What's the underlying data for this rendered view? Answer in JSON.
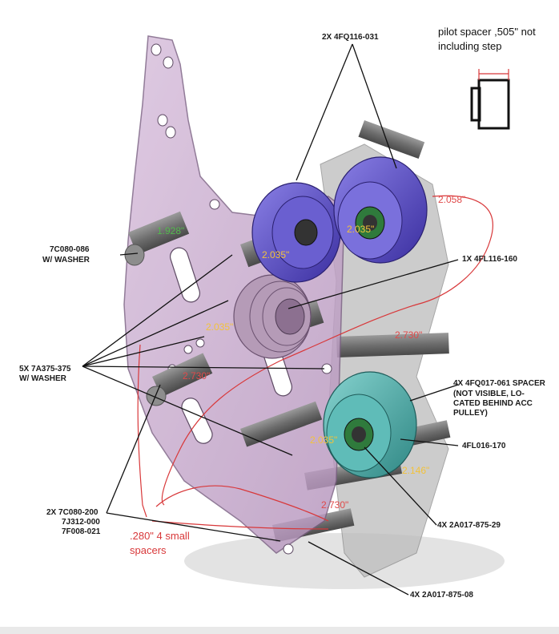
{
  "labels": {
    "fq116": "2X 4FQ116-031",
    "c080_086_a": "7C080-086",
    "c080_086_b": "W/ WASHER",
    "fl116": "1X 4FL116-160",
    "a375_a": "5X 7A375-375",
    "a375_b": "W/ WASHER",
    "fq017_a": "4X 4FQ017-061 SPACER",
    "fq017_b": "(NOT VISIBLE, LO-",
    "fq017_c": "CATED BEHIND ACC",
    "fq017_d": "PULLEY)",
    "fl016": "4FL016-170",
    "c080_200_a": "2X 7C080-200",
    "c080_200_b": "7J312-000",
    "c080_200_c": "7F008-021",
    "a017_29": "4X 2A017-875-29",
    "a017_08": "4X 2A017-875-08"
  },
  "notes": {
    "pilot_a": "pilot spacer ,505\" not",
    "pilot_b": "including step",
    "small_a": ".280\" 4 small",
    "small_b": "spacers"
  },
  "dimensions": {
    "d1928": "1.928\"",
    "d2035_top": "2.035\"",
    "d2058": "2.058\"",
    "d2035_mid": "2.035\"",
    "d2035_left": "2.035\"",
    "d2730_right": "2.730\"",
    "d2730_left": "2.730\"",
    "d2035_low": "2.035\"",
    "d2146": "2.146\"",
    "d2730_bottom": "2.730\""
  },
  "colors": {
    "plate": "#c9a7cf",
    "pulley_blue": "#5a4fc8",
    "pulley_teal": "#4fb3b0",
    "dim_yellow": "#f2c23a",
    "dim_red": "#e04a4a",
    "dim_green": "#54b84e"
  }
}
